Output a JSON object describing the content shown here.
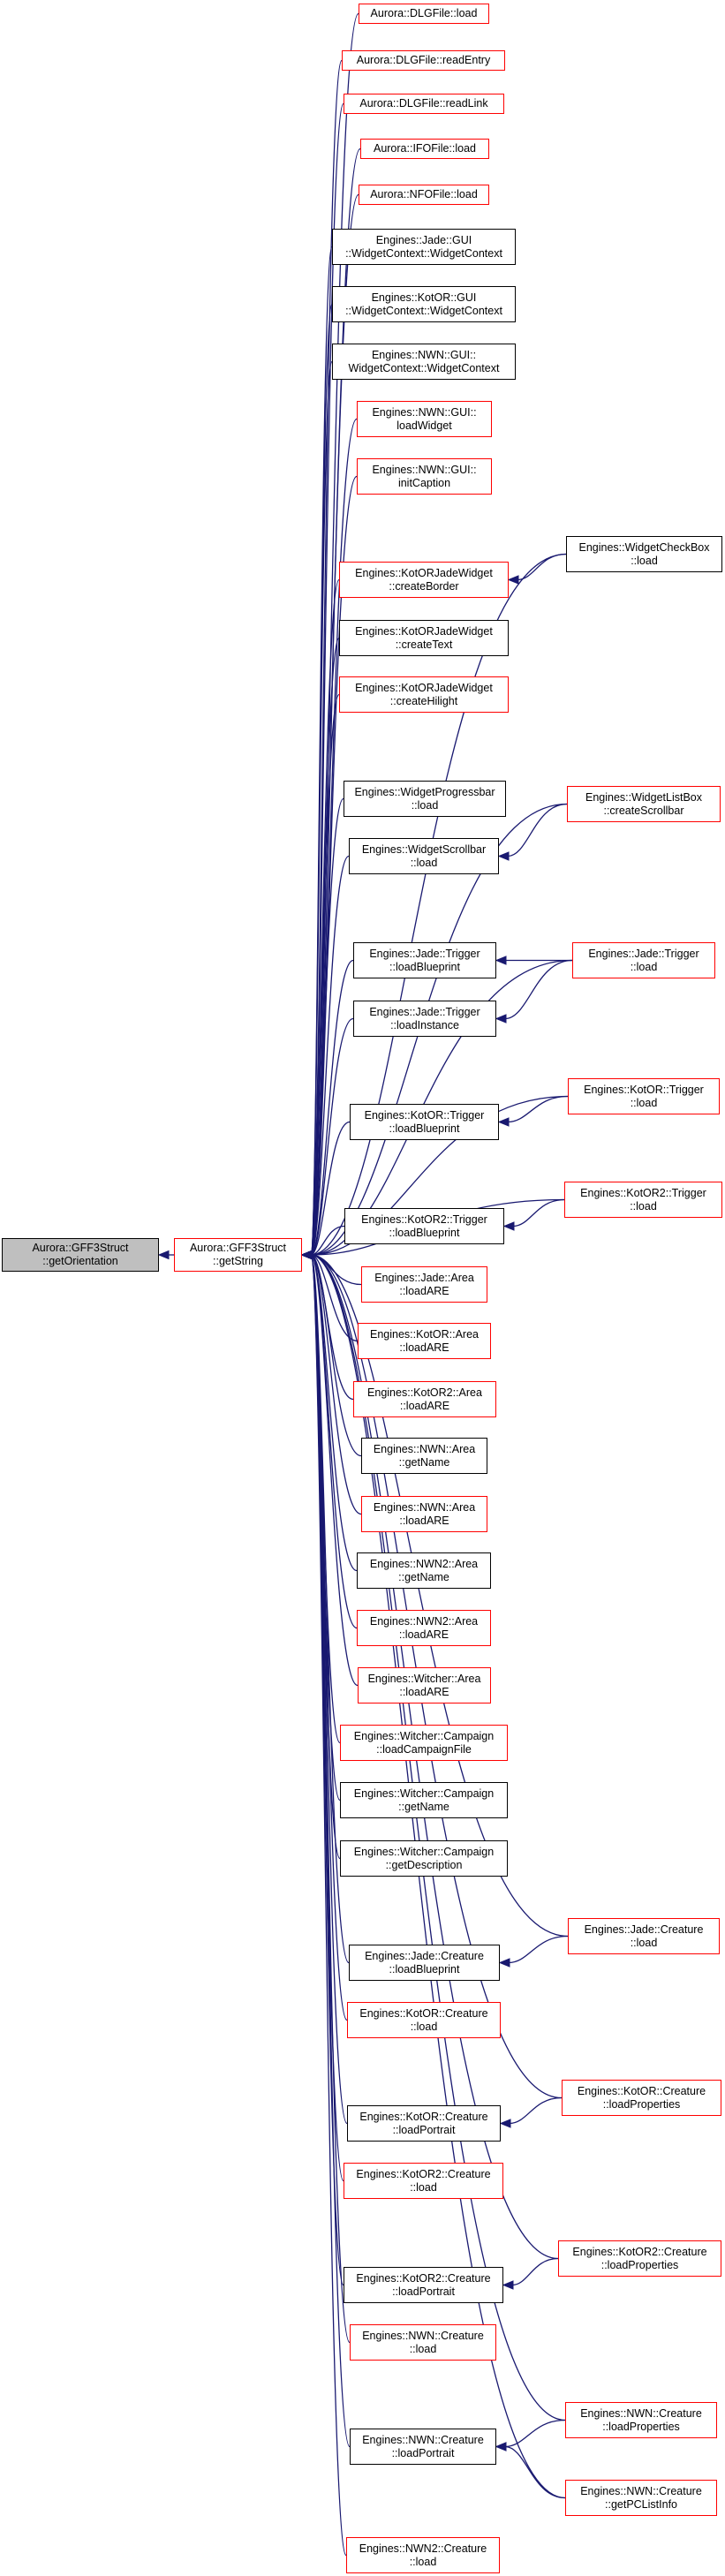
{
  "colors": {
    "edge": "#191970",
    "link_border": "#ff0000",
    "plain_border": "#000000",
    "root_fill": "#bfbfbf"
  },
  "nodes": [
    {
      "id": "root",
      "lines": [
        "Aurora::GFF3Struct",
        "::getOrientation"
      ],
      "kind": "root"
    },
    {
      "id": "getstring",
      "lines": [
        "Aurora::GFF3Struct",
        "::getString"
      ],
      "kind": "red"
    },
    {
      "id": "dlg_load",
      "lines": [
        "Aurora::DLGFile::load"
      ],
      "kind": "red"
    },
    {
      "id": "dlg_readentry",
      "lines": [
        "Aurora::DLGFile::readEntry"
      ],
      "kind": "red"
    },
    {
      "id": "dlg_readlink",
      "lines": [
        "Aurora::DLGFile::readLink"
      ],
      "kind": "red"
    },
    {
      "id": "ifo_load",
      "lines": [
        "Aurora::IFOFile::load"
      ],
      "kind": "red"
    },
    {
      "id": "nfo_load",
      "lines": [
        "Aurora::NFOFile::load"
      ],
      "kind": "red"
    },
    {
      "id": "jade_widgetcontext",
      "lines": [
        "Engines::Jade::GUI",
        "::WidgetContext::WidgetContext"
      ],
      "kind": "black"
    },
    {
      "id": "kotor_widgetcontext",
      "lines": [
        "Engines::KotOR::GUI",
        "::WidgetContext::WidgetContext"
      ],
      "kind": "black"
    },
    {
      "id": "nwn_widgetcontext",
      "lines": [
        "Engines::NWN::GUI::",
        "WidgetContext::WidgetContext"
      ],
      "kind": "black"
    },
    {
      "id": "nwn_loadwidget",
      "lines": [
        "Engines::NWN::GUI::",
        "loadWidget"
      ],
      "kind": "red"
    },
    {
      "id": "nwn_initcaption",
      "lines": [
        "Engines::NWN::GUI::",
        "initCaption"
      ],
      "kind": "red"
    },
    {
      "id": "kjw_createborder",
      "lines": [
        "Engines::KotORJadeWidget",
        "::createBorder"
      ],
      "kind": "red"
    },
    {
      "id": "checkbox_load",
      "lines": [
        "Engines::WidgetCheckBox",
        "::load"
      ],
      "kind": "black"
    },
    {
      "id": "kjw_createtext",
      "lines": [
        "Engines::KotORJadeWidget",
        "::createText"
      ],
      "kind": "black"
    },
    {
      "id": "kjw_createhilight",
      "lines": [
        "Engines::KotORJadeWidget",
        "::createHilight"
      ],
      "kind": "red"
    },
    {
      "id": "progressbar_load",
      "lines": [
        "Engines::WidgetProgressbar",
        "::load"
      ],
      "kind": "black"
    },
    {
      "id": "scrollbar_load",
      "lines": [
        "Engines::WidgetScrollbar",
        "::load"
      ],
      "kind": "black"
    },
    {
      "id": "listbox_createscrollbar",
      "lines": [
        "Engines::WidgetListBox",
        "::createScrollbar"
      ],
      "kind": "red"
    },
    {
      "id": "jade_trigger_loadblueprint",
      "lines": [
        "Engines::Jade::Trigger",
        "::loadBlueprint"
      ],
      "kind": "black"
    },
    {
      "id": "jade_trigger_loadinstance",
      "lines": [
        "Engines::Jade::Trigger",
        "::loadInstance"
      ],
      "kind": "black"
    },
    {
      "id": "jade_trigger_load",
      "lines": [
        "Engines::Jade::Trigger",
        "::load"
      ],
      "kind": "red"
    },
    {
      "id": "kotor_trigger_loadblueprint",
      "lines": [
        "Engines::KotOR::Trigger",
        "::loadBlueprint"
      ],
      "kind": "black"
    },
    {
      "id": "kotor_trigger_load",
      "lines": [
        "Engines::KotOR::Trigger",
        "::load"
      ],
      "kind": "red"
    },
    {
      "id": "kotor2_trigger_loadblueprint",
      "lines": [
        "Engines::KotOR2::Trigger",
        "::loadBlueprint"
      ],
      "kind": "black"
    },
    {
      "id": "kotor2_trigger_load",
      "lines": [
        "Engines::KotOR2::Trigger",
        "::load"
      ],
      "kind": "red"
    },
    {
      "id": "jade_area_loadare",
      "lines": [
        "Engines::Jade::Area",
        "::loadARE"
      ],
      "kind": "red"
    },
    {
      "id": "kotor_area_loadare",
      "lines": [
        "Engines::KotOR::Area",
        "::loadARE"
      ],
      "kind": "red"
    },
    {
      "id": "kotor2_area_loadare",
      "lines": [
        "Engines::KotOR2::Area",
        "::loadARE"
      ],
      "kind": "red"
    },
    {
      "id": "nwn_area_getname",
      "lines": [
        "Engines::NWN::Area",
        "::getName"
      ],
      "kind": "black"
    },
    {
      "id": "nwn_area_loadare",
      "lines": [
        "Engines::NWN::Area",
        "::loadARE"
      ],
      "kind": "red"
    },
    {
      "id": "nwn2_area_getname",
      "lines": [
        "Engines::NWN2::Area",
        "::getName"
      ],
      "kind": "black"
    },
    {
      "id": "nwn2_area_loadare",
      "lines": [
        "Engines::NWN2::Area",
        "::loadARE"
      ],
      "kind": "red"
    },
    {
      "id": "witcher_area_loadare",
      "lines": [
        "Engines::Witcher::Area",
        "::loadARE"
      ],
      "kind": "red"
    },
    {
      "id": "witcher_campaign_loadfile",
      "lines": [
        "Engines::Witcher::Campaign",
        "::loadCampaignFile"
      ],
      "kind": "red"
    },
    {
      "id": "witcher_campaign_getname",
      "lines": [
        "Engines::Witcher::Campaign",
        "::getName"
      ],
      "kind": "black"
    },
    {
      "id": "witcher_campaign_getdesc",
      "lines": [
        "Engines::Witcher::Campaign",
        "::getDescription"
      ],
      "kind": "black"
    },
    {
      "id": "jade_creature_load",
      "lines": [
        "Engines::Jade::Creature",
        "::load"
      ],
      "kind": "red"
    },
    {
      "id": "jade_creature_loadblueprint",
      "lines": [
        "Engines::Jade::Creature",
        "::loadBlueprint"
      ],
      "kind": "black"
    },
    {
      "id": "kotor_creature_load",
      "lines": [
        "Engines::KotOR::Creature",
        "::load"
      ],
      "kind": "red"
    },
    {
      "id": "kotor_creature_loadprops",
      "lines": [
        "Engines::KotOR::Creature",
        "::loadProperties"
      ],
      "kind": "red"
    },
    {
      "id": "kotor_creature_loadportrait",
      "lines": [
        "Engines::KotOR::Creature",
        "::loadPortrait"
      ],
      "kind": "black"
    },
    {
      "id": "kotor2_creature_load",
      "lines": [
        "Engines::KotOR2::Creature",
        "::load"
      ],
      "kind": "red"
    },
    {
      "id": "kotor2_creature_loadprops",
      "lines": [
        "Engines::KotOR2::Creature",
        "::loadProperties"
      ],
      "kind": "red"
    },
    {
      "id": "kotor2_creature_loadportrait",
      "lines": [
        "Engines::KotOR2::Creature",
        "::loadPortrait"
      ],
      "kind": "black"
    },
    {
      "id": "nwn_creature_load",
      "lines": [
        "Engines::NWN::Creature",
        "::load"
      ],
      "kind": "red"
    },
    {
      "id": "nwn_creature_loadprops",
      "lines": [
        "Engines::NWN::Creature",
        "::loadProperties"
      ],
      "kind": "red"
    },
    {
      "id": "nwn_creature_loadportrait",
      "lines": [
        "Engines::NWN::Creature",
        "::loadPortrait"
      ],
      "kind": "black"
    },
    {
      "id": "nwn_creature_getpclistinfo",
      "lines": [
        "Engines::NWN::Creature",
        "::getPCListInfo"
      ],
      "kind": "red"
    },
    {
      "id": "nwn2_creature_load",
      "lines": [
        "Engines::NWN2::Creature",
        "::load"
      ],
      "kind": "red"
    }
  ],
  "edges": [
    [
      "getstring",
      "root"
    ],
    [
      "dlg_load",
      "getstring"
    ],
    [
      "dlg_readentry",
      "getstring"
    ],
    [
      "dlg_readlink",
      "getstring"
    ],
    [
      "ifo_load",
      "getstring"
    ],
    [
      "nfo_load",
      "getstring"
    ],
    [
      "jade_widgetcontext",
      "getstring"
    ],
    [
      "kotor_widgetcontext",
      "getstring"
    ],
    [
      "nwn_widgetcontext",
      "getstring"
    ],
    [
      "nwn_loadwidget",
      "getstring"
    ],
    [
      "nwn_initcaption",
      "getstring"
    ],
    [
      "kjw_createborder",
      "getstring"
    ],
    [
      "checkbox_load",
      "getstring"
    ],
    [
      "checkbox_load",
      "kjw_createborder"
    ],
    [
      "kjw_createtext",
      "getstring"
    ],
    [
      "kjw_createhilight",
      "getstring"
    ],
    [
      "listbox_createscrollbar",
      "getstring"
    ],
    [
      "progressbar_load",
      "getstring"
    ],
    [
      "scrollbar_load",
      "getstring"
    ],
    [
      "listbox_createscrollbar",
      "scrollbar_load"
    ],
    [
      "jade_trigger_load",
      "getstring"
    ],
    [
      "jade_trigger_loadblueprint",
      "getstring"
    ],
    [
      "jade_trigger_load",
      "jade_trigger_loadblueprint"
    ],
    [
      "jade_trigger_loadinstance",
      "getstring"
    ],
    [
      "jade_trigger_load",
      "jade_trigger_loadinstance"
    ],
    [
      "kotor_trigger_load",
      "getstring"
    ],
    [
      "kotor_trigger_loadblueprint",
      "getstring"
    ],
    [
      "kotor_trigger_load",
      "kotor_trigger_loadblueprint"
    ],
    [
      "kotor2_trigger_load",
      "getstring"
    ],
    [
      "kotor2_trigger_loadblueprint",
      "getstring"
    ],
    [
      "kotor2_trigger_load",
      "kotor2_trigger_loadblueprint"
    ],
    [
      "jade_area_loadare",
      "getstring"
    ],
    [
      "kotor_area_loadare",
      "getstring"
    ],
    [
      "kotor2_area_loadare",
      "getstring"
    ],
    [
      "nwn_area_getname",
      "getstring"
    ],
    [
      "nwn_area_loadare",
      "getstring"
    ],
    [
      "nwn2_area_getname",
      "getstring"
    ],
    [
      "nwn2_area_loadare",
      "getstring"
    ],
    [
      "witcher_area_loadare",
      "getstring"
    ],
    [
      "witcher_campaign_loadfile",
      "getstring"
    ],
    [
      "witcher_campaign_getname",
      "getstring"
    ],
    [
      "witcher_campaign_getdesc",
      "getstring"
    ],
    [
      "jade_creature_load",
      "getstring"
    ],
    [
      "jade_creature_loadblueprint",
      "getstring"
    ],
    [
      "jade_creature_load",
      "jade_creature_loadblueprint"
    ],
    [
      "kotor_creature_load",
      "getstring"
    ],
    [
      "kotor_creature_loadprops",
      "getstring"
    ],
    [
      "kotor_creature_loadportrait",
      "getstring"
    ],
    [
      "kotor_creature_loadprops",
      "kotor_creature_loadportrait"
    ],
    [
      "kotor2_creature_load",
      "getstring"
    ],
    [
      "kotor2_creature_loadprops",
      "getstring"
    ],
    [
      "kotor2_creature_loadportrait",
      "getstring"
    ],
    [
      "kotor2_creature_loadprops",
      "kotor2_creature_loadportrait"
    ],
    [
      "nwn_creature_load",
      "getstring"
    ],
    [
      "nwn_creature_loadprops",
      "getstring"
    ],
    [
      "nwn_creature_loadportrait",
      "getstring"
    ],
    [
      "nwn_creature_loadprops",
      "nwn_creature_loadportrait"
    ],
    [
      "nwn_creature_getpclistinfo",
      "getstring"
    ],
    [
      "nwn_creature_getpclistinfo",
      "nwn_creature_loadportrait"
    ],
    [
      "nwn2_creature_load",
      "getstring"
    ]
  ]
}
